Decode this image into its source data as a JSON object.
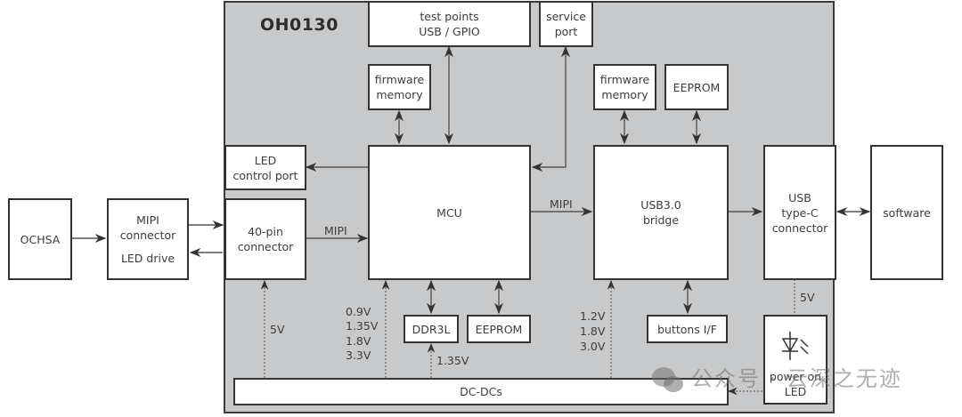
{
  "board": {
    "title": "OH0130"
  },
  "blocks": {
    "ochsa": "OCHSA",
    "mipi_connector_l1": "MIPI",
    "mipi_connector_l2": "connector",
    "mipi_connector_l3": "LED drive",
    "led_control_l1": "LED",
    "led_control_l2": "control port",
    "pin40_l1": "40-pin",
    "pin40_l2": "connector",
    "test_points_l1": "test points",
    "test_points_l2": "USB / GPIO",
    "service_port_l1": "service",
    "service_port_l2": "port",
    "fw_mem_mcu_l1": "firmware",
    "fw_mem_mcu_l2": "memory",
    "fw_mem_usb_l1": "firmware",
    "fw_mem_usb_l2": "memory",
    "eeprom_usb": "EEPROM",
    "mcu": "MCU",
    "usb_bridge_l1": "USB3.0",
    "usb_bridge_l2": "bridge",
    "usbc_l1": "USB",
    "usbc_l2": "type-C",
    "usbc_l3": "connector",
    "software": "software",
    "ddr3l": "DDR3L",
    "eeprom_mcu": "EEPROM",
    "buttons": "buttons I/F",
    "power_led_l1": "power on",
    "power_led_l2": "LED",
    "dcdc": "DC-DCs"
  },
  "labels": {
    "mipi_1": "MIPI",
    "mipi_2": "MIPI",
    "v5_left": "5V",
    "mcu_volts": [
      "0.9V",
      "1.35V",
      "1.8V",
      "3.3V"
    ],
    "ddr_volt": "1.35V",
    "usb_volts": [
      "1.2V",
      "1.8V",
      "3.0V"
    ],
    "v5_right": "5V"
  },
  "watermark": {
    "text": "公众号 · 云深之无迹"
  }
}
